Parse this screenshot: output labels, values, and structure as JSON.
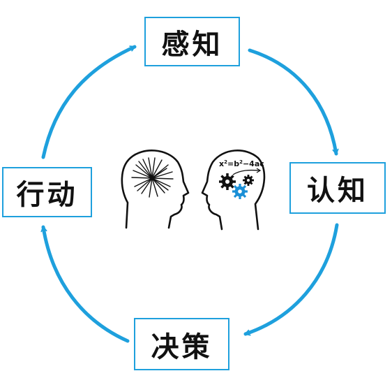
{
  "nodes": {
    "top": "感知",
    "right": "认知",
    "bottom": "决策",
    "left": "行动"
  },
  "equation": {
    "x": "x",
    "exp1": "2",
    "mid": "=b",
    "exp2": "2",
    "rest": "−4ac"
  },
  "colors": {
    "accent": "#1ea0dd",
    "ink": "#111111",
    "gear_blue": "#1a8fd6"
  }
}
